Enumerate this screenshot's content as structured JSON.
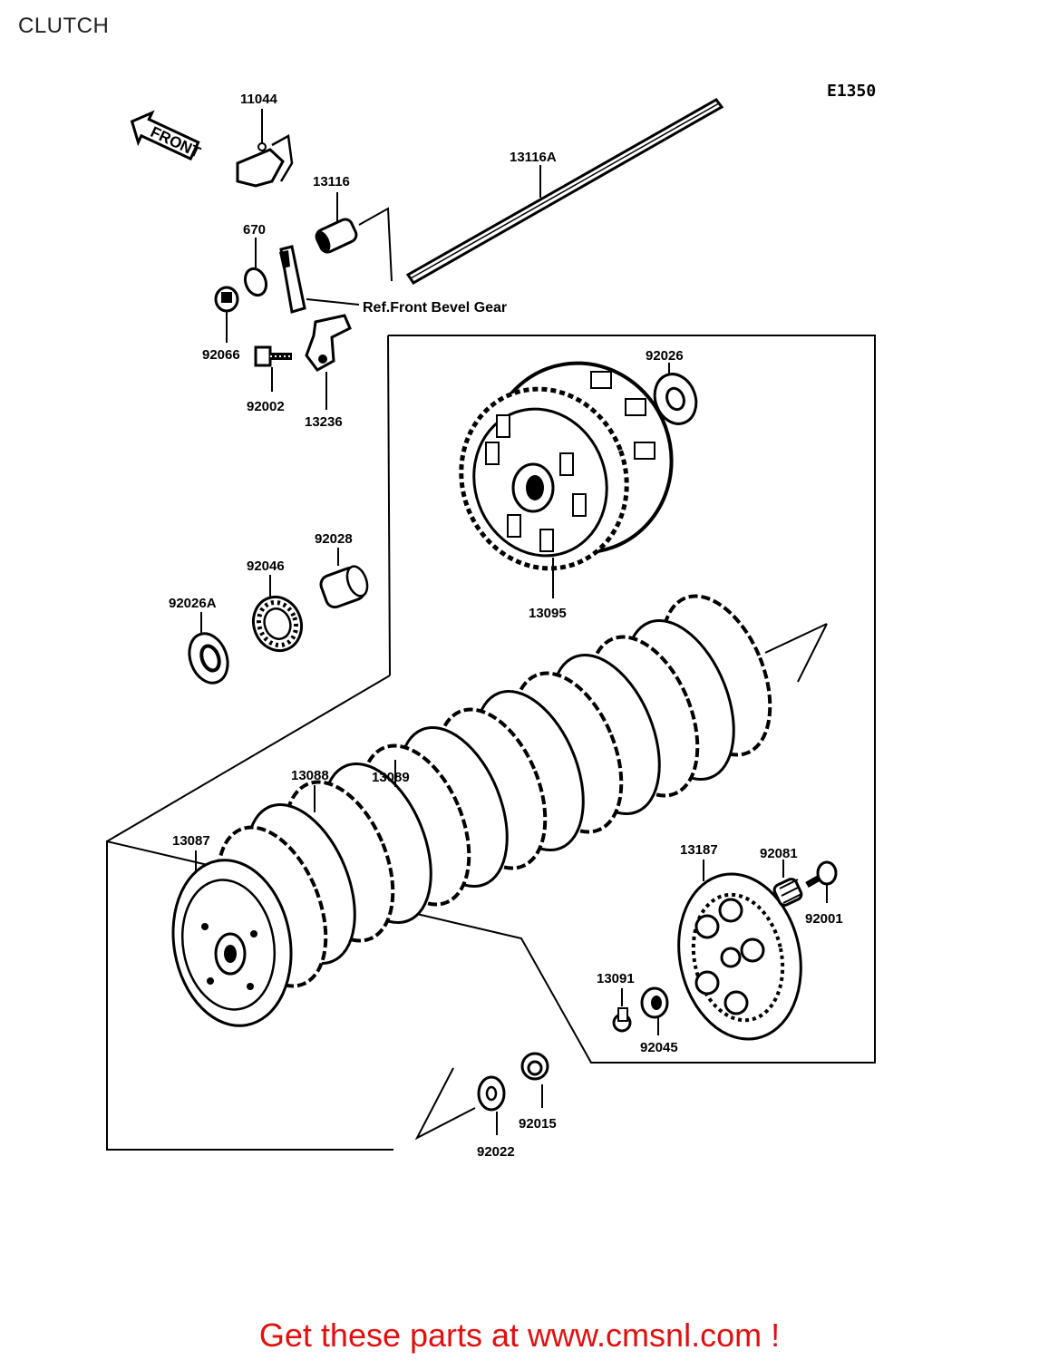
{
  "page": {
    "title": "CLUTCH"
  },
  "diagram": {
    "code": "E1350",
    "front_label": "FRONT",
    "ref_note": "Ref.Front Bevel Gear",
    "parts": {
      "p11044": "11044",
      "p13116A": "13116A",
      "p13116": "13116",
      "p670": "670",
      "p92066": "92066",
      "p92002": "92002",
      "p13236": "13236",
      "p92026": "92026",
      "p13095": "13095",
      "p92028": "92028",
      "p92046": "92046",
      "p92026A": "92026A",
      "p13089": "13089",
      "p13088": "13088",
      "p13087": "13087",
      "p13187": "13187",
      "p92081": "92081",
      "p92001": "92001",
      "p13091": "13091",
      "p92045": "92045",
      "p92015": "92015",
      "p92022": "92022"
    }
  },
  "footer": {
    "text": "Get these parts at www.cmsnl.com !"
  },
  "colors": {
    "footer": "#e01010",
    "line": "#000000"
  }
}
